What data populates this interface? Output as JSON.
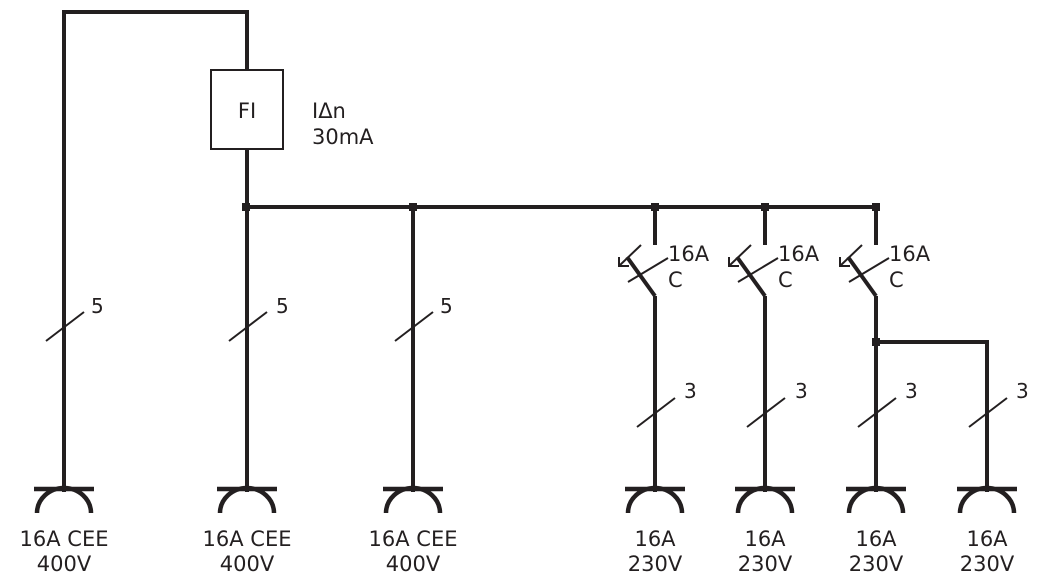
{
  "rcd": {
    "label": "FI",
    "rating_line1": "IΔn",
    "rating_line2": "30mA"
  },
  "breakers": [
    {
      "rating": "16A",
      "curve": "C"
    },
    {
      "rating": "16A",
      "curve": "C"
    },
    {
      "rating": "16A",
      "curve": "C"
    }
  ],
  "conductors": [
    "5",
    "5",
    "5",
    "3",
    "3",
    "3",
    "3"
  ],
  "outlets": [
    {
      "line1": "16A CEE",
      "line2": "400V"
    },
    {
      "line1": "16A CEE",
      "line2": "400V"
    },
    {
      "line1": "16A CEE",
      "line2": "400V"
    },
    {
      "line1": "16A",
      "line2": "230V"
    },
    {
      "line1": "16A",
      "line2": "230V"
    },
    {
      "line1": "16A",
      "line2": "230V"
    },
    {
      "line1": "16A",
      "line2": "230V"
    }
  ],
  "colors": {
    "line": "#231f20",
    "background": "#ffffff"
  }
}
